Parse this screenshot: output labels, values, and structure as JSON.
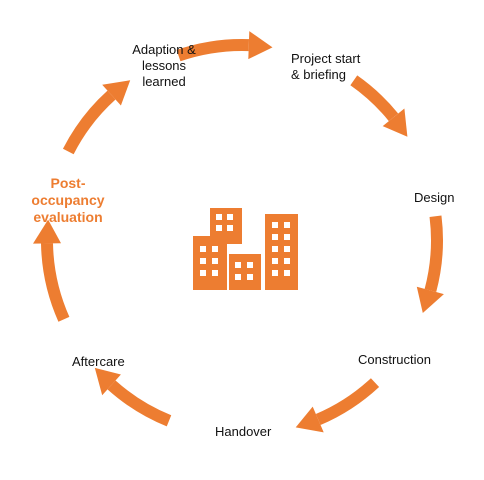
{
  "colors": {
    "accent": "#ED7D31",
    "text": "#111111"
  },
  "center_icon": "buildings-icon",
  "stages": [
    {
      "label": "Adaption &\nlessons\nlearned",
      "highlight": false
    },
    {
      "label": "Project start\n& briefing",
      "highlight": false
    },
    {
      "label": "Design",
      "highlight": false
    },
    {
      "label": "Construction",
      "highlight": false
    },
    {
      "label": "Handover",
      "highlight": false
    },
    {
      "label": "Aftercare",
      "highlight": false
    },
    {
      "label": "Post-\noccupancy\nevaluation",
      "highlight": true
    }
  ]
}
